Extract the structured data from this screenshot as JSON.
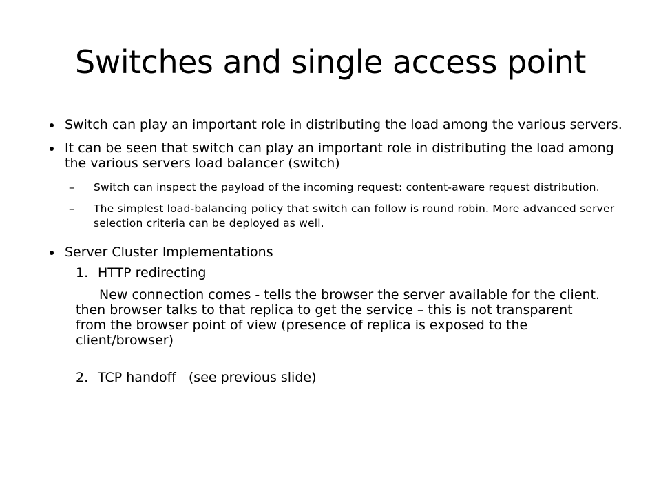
{
  "slide": {
    "title": "Switches and single access point",
    "bullets": [
      "Switch can play an important role in distributing the load among the various servers.",
      "It can be seen that switch can play an important role in distributing the load among the various servers load balancer (switch)"
    ],
    "sub_bullets": [
      "Switch can inspect the payload of the incoming request: content-aware request distribution.",
      "The simplest load-balancing policy that switch can follow is round robin. More advanced server selection criteria can be deployed as well."
    ],
    "dash": "–",
    "cluster": {
      "heading": "Server Cluster Implementations",
      "items": [
        {
          "num": "1.",
          "label": "HTTP redirecting"
        },
        {
          "num": "2.",
          "label": "TCP handoff   (see previous slide)"
        }
      ],
      "description": "New connection comes - tells the browser the server available for the client. then browser talks to that replica to get the service – this is not transparent from the browser point of view (presence of replica is exposed to the client/browser)"
    }
  }
}
